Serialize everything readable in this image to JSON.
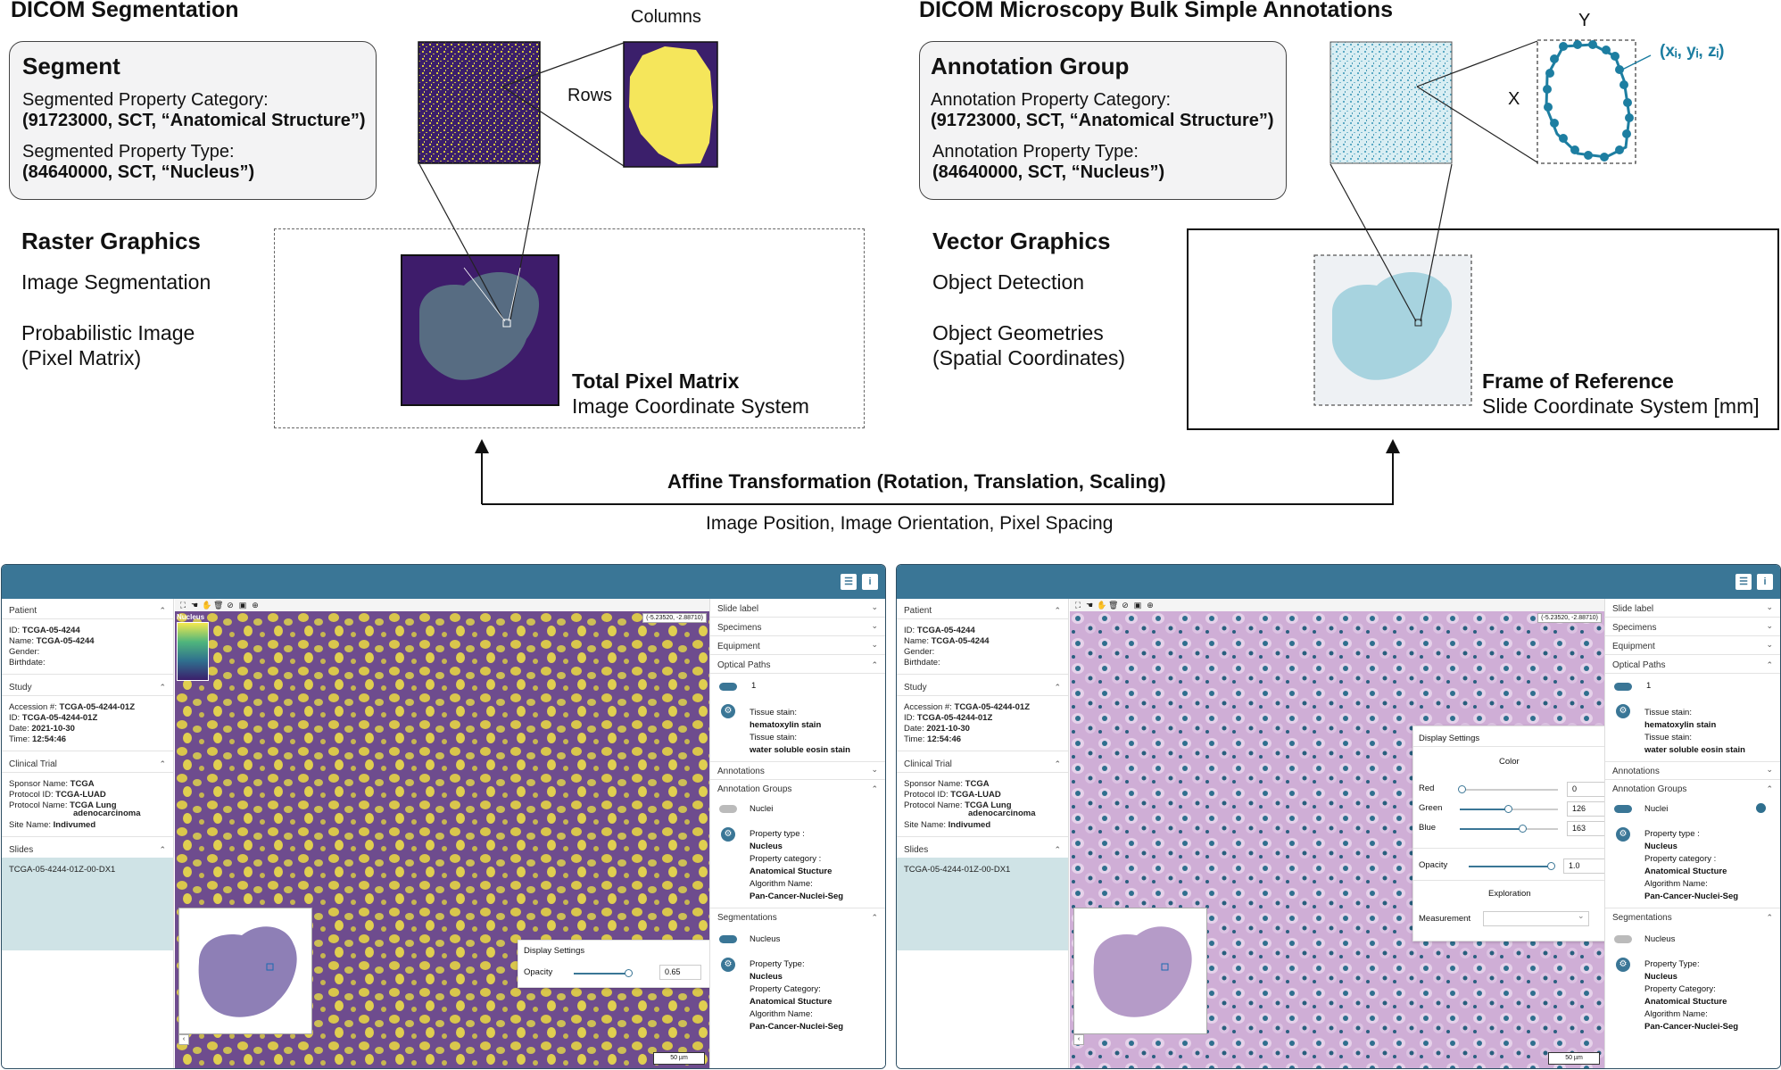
{
  "top_left": {
    "title": "DICOM Segmentation",
    "card": {
      "heading": "Segment",
      "l1": "Segmented Property Category:",
      "l2": "(91723000, SCT, “Anatomical Structure”)",
      "l3": "Segmented Property Type:",
      "l4": "(84640000, SCT, “Nucleus”)"
    },
    "raster": {
      "heading": "Raster Graphics",
      "l1": "Image Segmentation",
      "l2": "Probabilistic Image",
      "l3": "(Pixel Matrix)"
    },
    "box": {
      "l1": "Total Pixel Matrix",
      "l2": "Image Coordinate System"
    },
    "columns_label": "Columns",
    "rows_label": "Rows"
  },
  "top_right": {
    "title": "DICOM Microscopy Bulk Simple Annotations",
    "card": {
      "heading": "Annotation Group",
      "l1": "Annotation Property Category:",
      "l2": "(91723000, SCT, “Anatomical Structure”)",
      "l3": "Annotation Property Type:",
      "l4": "(84640000, SCT, “Nucleus”)"
    },
    "vector": {
      "heading": "Vector Graphics",
      "l1": "Object Detection",
      "l2": "Object Geometries",
      "l3": "(Spatial Coordinates)"
    },
    "box": {
      "l1": "Frame of Reference",
      "l2": "Slide Coordinate System [mm]"
    },
    "y_label": "Y",
    "x_label": "X",
    "coord_label": "(xᵢ, yᵢ, zᵢ)"
  },
  "transform": {
    "l1": "Affine Transformation (Rotation, Translation, Scaling)",
    "l2": "Image Position, Image Orientation, Pixel Spacing"
  },
  "viewer": {
    "patient": "Patient",
    "id_k": "ID:",
    "id_v": "TCGA-05-4244",
    "name_k": "Name:",
    "name_v": "TCGA-05-4244",
    "gender_k": "Gender:",
    "birth_k": "Birthdate:",
    "study": "Study",
    "acc_k": "Accession #:",
    "acc_v": "TCGA-05-4244-01Z",
    "sid_k": "ID:",
    "sid_v": "TCGA-05-4244-01Z",
    "date_k": "Date:",
    "date_v": "2021-10-30",
    "time_k": "Time:",
    "time_v": "12:54:46",
    "trial": "Clinical Trial",
    "sponsor_k": "Sponsor Name:",
    "sponsor_v": "TCGA",
    "protocol_k": "Protocol ID:",
    "protocol_v": "TCGA-LUAD",
    "pname_k": "Protocol Name:",
    "pname_v1": "TCGA Lung",
    "pname_v2": "adenocarcinoma",
    "site_k": "Site Name:",
    "site_v": "Indivumed",
    "slides": "Slides",
    "slide_item": "TCGA-05-4244-01Z-00-DX1",
    "slide_label": "Slide label",
    "specimens": "Specimens",
    "equipment": "Equipment",
    "optical": "Optical Paths",
    "op_num": "1",
    "tissue_stain": "Tissue stain:",
    "stain1": "hematoxylin stain",
    "stain2": "water soluble eosin stain",
    "annotations": "Annotations",
    "ann_groups": "Annotation Groups",
    "nuclei": "Nuclei",
    "prop_type": "Property type :",
    "nucleus": "Nucleus",
    "prop_cat": "Property category :",
    "anat": "Anatomical Stucture",
    "algo": "Algorithm Name:",
    "algo_v": "Pan-Cancer-Nuclei-Seg",
    "segmentations": "Segmentations",
    "seg_nucleus": "Nucleus",
    "seg_prop_type": "Property Type:",
    "seg_prop_cat": "Property Category:",
    "coords": "(-5.23520, -2.88710)",
    "scale": "50 µm",
    "legend": "Nucleus",
    "ds_title": "Display Settings",
    "opacity": "Opacity",
    "opacity_left": "0.65",
    "color": "Color",
    "red": "Red",
    "red_v": "0",
    "green": "Green",
    "green_v": "126",
    "blue": "Blue",
    "blue_v": "163",
    "opacity_right": "1.0",
    "exploration": "Exploration",
    "measurement": "Measurement"
  }
}
